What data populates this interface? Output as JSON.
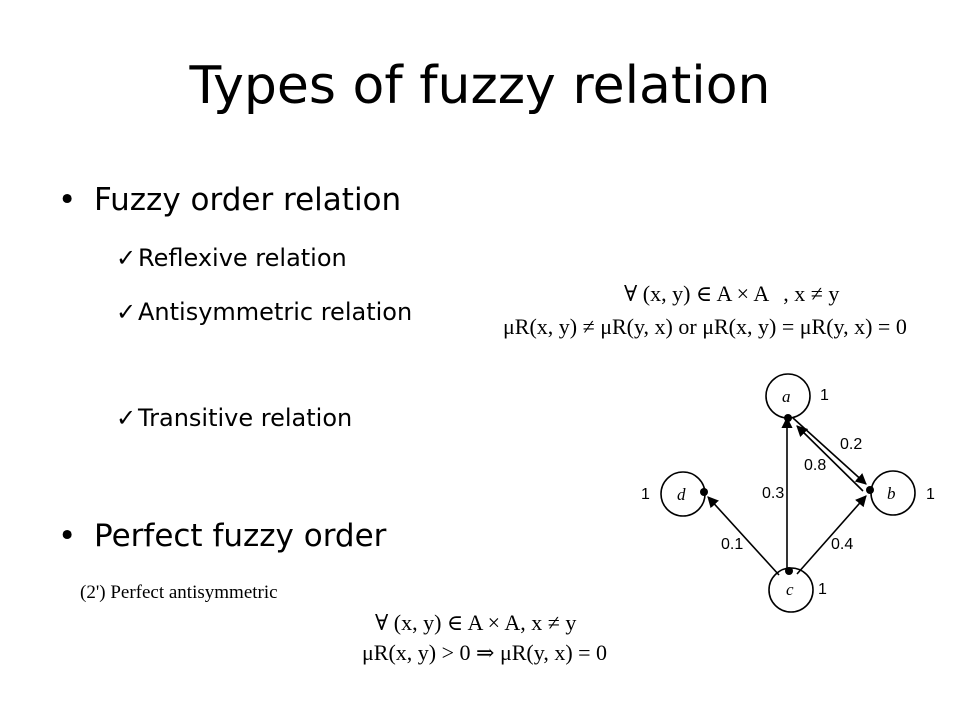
{
  "title": "Types of fuzzy relation",
  "bullets": [
    {
      "label": "Fuzzy order relation"
    },
    {
      "label": "Perfect fuzzy order"
    }
  ],
  "sub_items": [
    {
      "label": "Reflexive relation"
    },
    {
      "label": "Antisymmetric relation"
    },
    {
      "label": "Transitive relation"
    }
  ],
  "formulas": {
    "antisym_line1": "∀ (x, y) ∈ A × A",
    "antisym_cond": ", x ≠ y",
    "antisym_line2": "μR(x, y) ≠ μR(y, x) or μR(x, y) = μR(y, x) = 0",
    "perfect_caption": "(2') Perfect antisymmetric",
    "perfect_line1": "∀ (x, y) ∈ A × A,   x ≠ y",
    "perfect_line2": "μR(x, y) > 0 ⇒ μR(y, x) = 0"
  },
  "diagram": {
    "nodes": [
      {
        "id": "a",
        "label": "a",
        "self_loop": "1"
      },
      {
        "id": "b",
        "label": "b",
        "self_loop": "1"
      },
      {
        "id": "c",
        "label": "c",
        "self_loop": "1"
      },
      {
        "id": "d",
        "label": "d",
        "self_loop": "1"
      }
    ],
    "edges": [
      {
        "from": "a",
        "to": "b",
        "label": "0.2"
      },
      {
        "from": "b",
        "to": "a",
        "label": "0.8"
      },
      {
        "from": "c",
        "to": "a",
        "label": "0.3"
      },
      {
        "from": "c",
        "to": "d",
        "label": "0.1"
      },
      {
        "from": "c",
        "to": "b",
        "label": "0.4"
      }
    ]
  },
  "icons": {
    "bullet": "bullet-dot-icon",
    "check": "checkmark-icon"
  }
}
